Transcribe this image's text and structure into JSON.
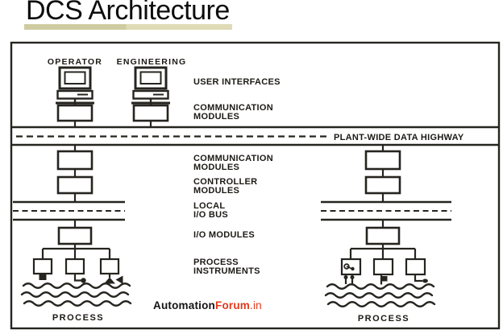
{
  "title": "DCS Architecture",
  "diagram": {
    "stations": {
      "operator": "OPERATOR",
      "engineering": "ENGINEERING"
    },
    "labels": {
      "user_interfaces": "USER INTERFACES",
      "comm_top_1": "COMMUNICATION",
      "comm_top_2": "MODULES",
      "highway": "PLANT-WIDE DATA HIGHWAY",
      "comm_mid_1": "COMMUNICATION",
      "comm_mid_2": "MODULES",
      "controller_1": "CONTROLLER",
      "controller_2": "MODULES",
      "local_bus_1": "LOCAL",
      "local_bus_2": "I/O BUS",
      "io_modules": "I/O MODULES",
      "instruments_1": "PROCESS",
      "instruments_2": "INSTRUMENTS",
      "process_left": "PROCESS",
      "process_right": "PROCESS"
    },
    "watermark": {
      "part_black": "Automation",
      "part_red": "Forum",
      "part_suffix": ".in"
    }
  },
  "colors": {
    "line": "#26241f",
    "underline_left": "#cfcba0",
    "underline_right": "#dedbb6",
    "watermark_red": "#e2391b",
    "background": "#ffffff"
  }
}
